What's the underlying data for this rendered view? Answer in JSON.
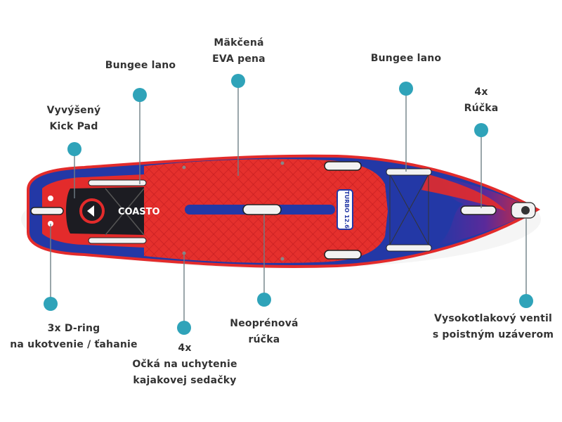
{
  "colors": {
    "dot": "#2fa3b9",
    "leader": "#6f7f86",
    "label": "#333333",
    "board_red": "#e32b2b",
    "board_blue": "#2338a6",
    "handle": "#f2f2f2"
  },
  "board": {
    "logo_text": "COASTO",
    "model_text": "TURBO 12.6"
  },
  "callouts": {
    "bungee_left": {
      "lines": [
        "Bungee lano"
      ]
    },
    "eva": {
      "lines": [
        "Mäkčená",
        "EVA pena"
      ]
    },
    "bungee_right": {
      "lines": [
        "Bungee lano"
      ]
    },
    "handles": {
      "lines": [
        "4x",
        "Rúčka"
      ]
    },
    "kickpad": {
      "lines": [
        "Vyvýšený",
        "Kick Pad"
      ]
    },
    "dring": {
      "lines": [
        "3x D-ring",
        "na ukotvenie / ťahanie"
      ]
    },
    "eyelets": {
      "lines": [
        "4x",
        "Očká na uchytenie",
        "kajakovej sedačky"
      ]
    },
    "neoprene": {
      "lines": [
        "Neoprénová",
        "rúčka"
      ]
    },
    "valve": {
      "lines": [
        "Vysokotlakový ventil",
        "s poistným uzáverom"
      ]
    }
  }
}
